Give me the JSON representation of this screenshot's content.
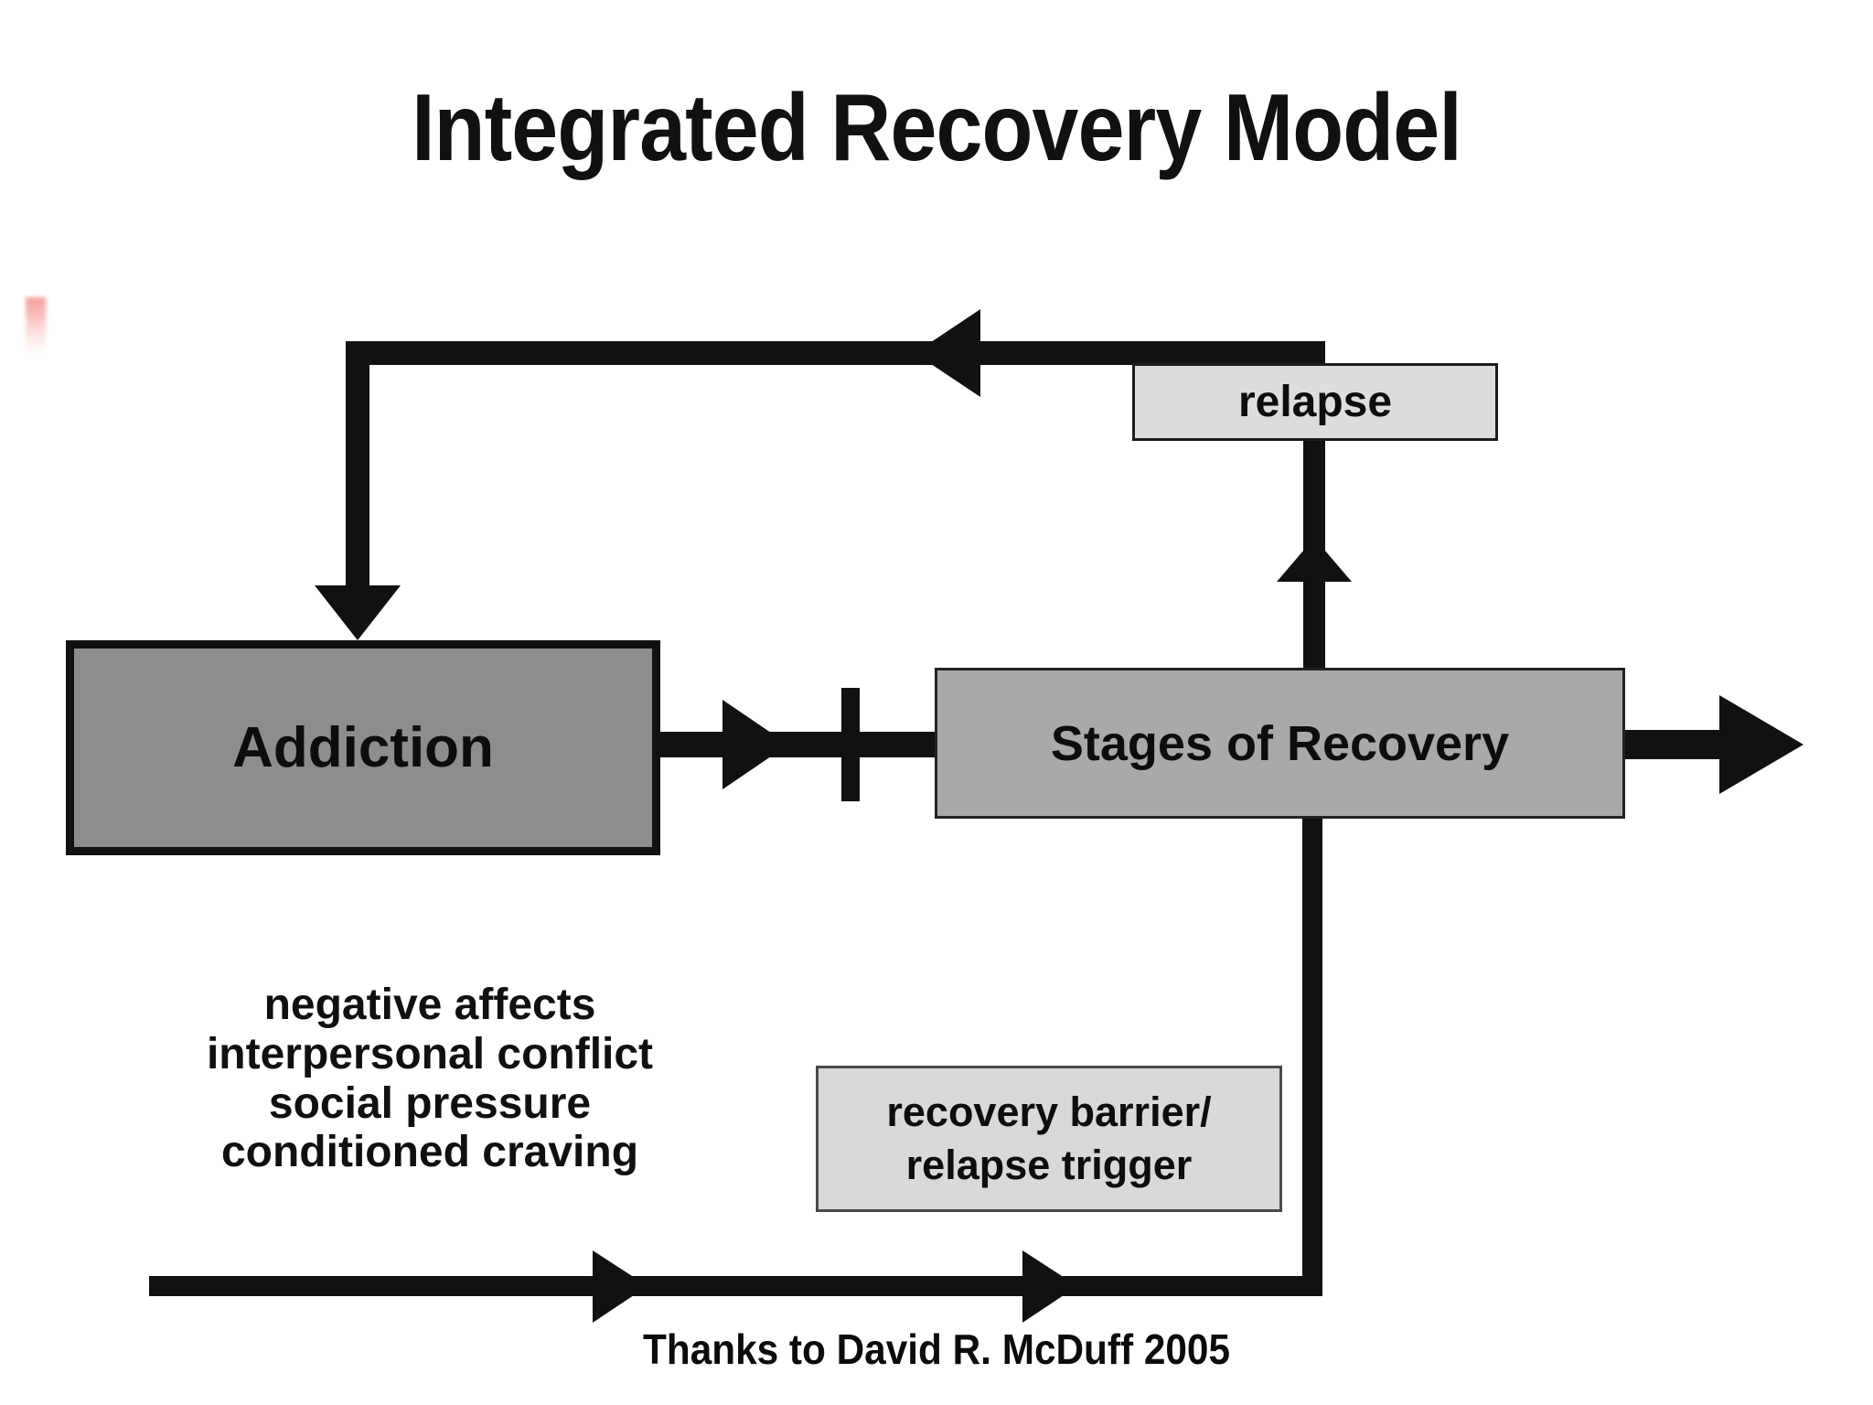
{
  "title": "Integrated Recovery Model",
  "nodes": {
    "addiction": {
      "label": "Addiction",
      "fill": "#8d8d8d",
      "stroke": "#111111"
    },
    "stages": {
      "label": "Stages of Recovery",
      "fill": "#a9a9a9",
      "stroke": "#222222"
    },
    "relapse": {
      "label": "relapse",
      "fill": "#dddddd",
      "stroke": "#1c1c1c"
    },
    "barrier": {
      "line1": "recovery barrier/",
      "line2": "relapse trigger",
      "fill": "#d9d9d9",
      "stroke": "#4a4a4a"
    }
  },
  "triggers": [
    "negative affects",
    "interpersonal conflict",
    "social pressure",
    "conditioned craving"
  ],
  "credit": "Thanks to David R. McDuff 2005",
  "colors": {
    "background": "#ffffff",
    "ink": "#111111",
    "artifact": "#f79a96"
  }
}
